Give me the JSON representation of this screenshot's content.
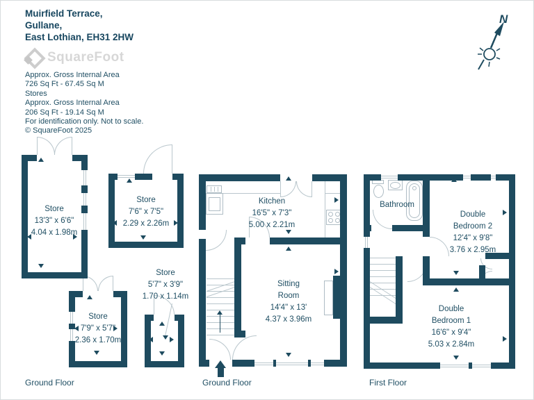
{
  "page": {
    "address_lines": [
      "Muirfield Terrace,",
      "Gullane,",
      "East Lothian, EH31 2HW"
    ],
    "logo_text": "SquareFoot",
    "info_lines": [
      "Approx. Gross Internal Area",
      "726 Sq Ft - 67.45 Sq M",
      "Stores",
      "Approx. Gross Internal Area",
      "206 Sq Ft - 19.14 Sq M",
      "For identification only. Not to scale.",
      "© SquareFoot 2025"
    ],
    "compass_label": "N"
  },
  "floor_labels": {
    "ground_left": "Ground Floor",
    "ground_center": "Ground Floor",
    "first": "First Floor"
  },
  "rooms": {
    "store_a": {
      "lines": [
        "Store",
        "13'3\" x 6'6\"",
        "4.04 x 1.98m"
      ]
    },
    "store_b": {
      "lines": [
        "Store",
        "7'6\" x 7'5\"",
        "2.29 x 2.26m"
      ]
    },
    "store_c": {
      "lines": [
        "Store",
        "7'9\" x 5'7\"",
        "2.36 x 1.70m"
      ]
    },
    "store_d": {
      "lines": [
        "Store",
        "5'7\" x 3'9\"",
        "1.70 x 1.14m"
      ]
    },
    "kitchen": {
      "lines": [
        "Kitchen",
        "16'5\" x 7'3\"",
        "5.00 x 2.21m"
      ]
    },
    "sitting_room": {
      "lines": [
        "Sitting",
        "Room",
        "14'4\" x 13'",
        "4.37 x 3.96m"
      ]
    },
    "bathroom": {
      "lines": [
        "Bathroom"
      ]
    },
    "bedroom2": {
      "lines": [
        "Double",
        "Bedroom 2",
        "12'4\" x 9'8\"",
        "3.76 x 2.95m"
      ]
    },
    "bedroom1": {
      "lines": [
        "Double",
        "Bedroom 1",
        "16'6\" x 9'4\"",
        "5.03 x 2.84m"
      ]
    }
  },
  "colors": {
    "wall": "#1e4b5f",
    "text": "#1f4e63",
    "logo": "#d6d6d6"
  }
}
